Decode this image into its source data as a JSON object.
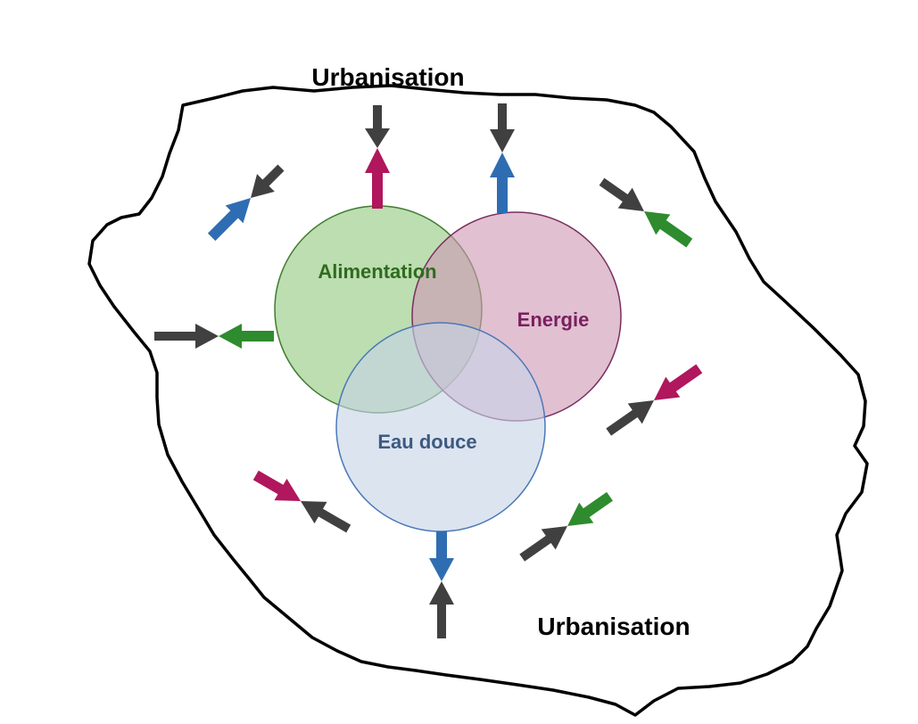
{
  "labels": {
    "urbanisation_top": "Urbanisation",
    "urbanisation_bottom": "Urbanisation",
    "alimentation": "Alimentation",
    "energie": "Energie",
    "eau_douce": "Eau douce"
  },
  "colors": {
    "outline": "#000000",
    "urbanisation_arrow": "#404040",
    "alimentation_fill": "#9fd08f",
    "alimentation_stroke": "#3f7d2e",
    "alimentation_text": "#2f6b1f",
    "energie_fill": "#cf9ab5",
    "energie_stroke": "#7a2e5f",
    "energie_text": "#7a1f5f",
    "eau_fill": "#c6d3e6",
    "eau_stroke": "#4a78b8",
    "eau_text": "#3d5a80",
    "arrow_green": "#2e8b2e",
    "arrow_magenta": "#b0175d",
    "arrow_blue": "#2f6db3"
  }
}
